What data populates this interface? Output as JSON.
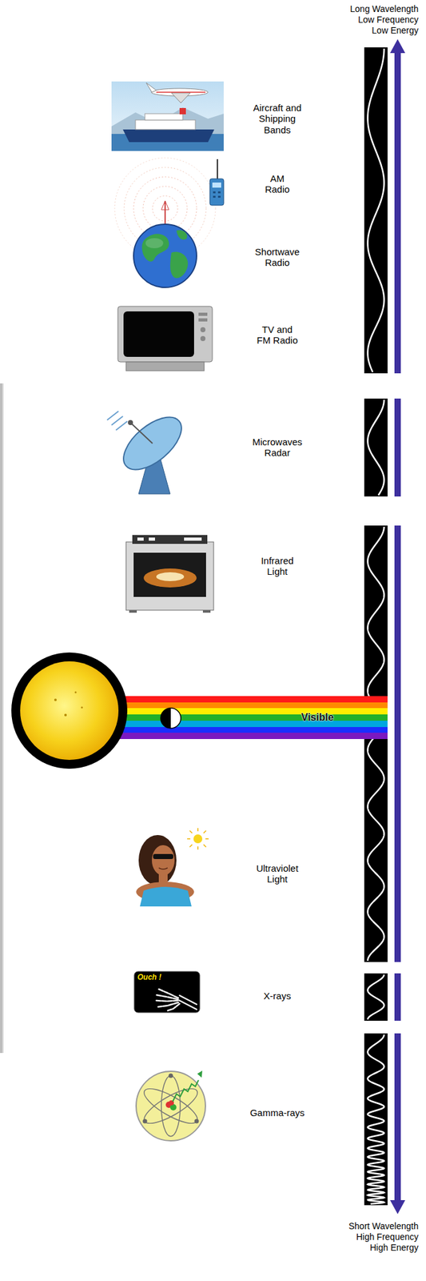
{
  "diagram": {
    "nodes": [
      {
        "text": [
          "Visible"
        ]
      }
    ],
    "labels": [
      "Long Wavelength Low Frequency Low Energy",
      "Aircraft and Shipping Bands",
      "AM Radio",
      "Shortwave Radio",
      "TV and FM Radio",
      "Microwaves Radar",
      "Infrared Light",
      "Ultraviolet Light",
      "Ouch !",
      "X-rays",
      "Gamma-rays",
      "Short Wavelength High Frequency High Energy"
    ]
  }
}
